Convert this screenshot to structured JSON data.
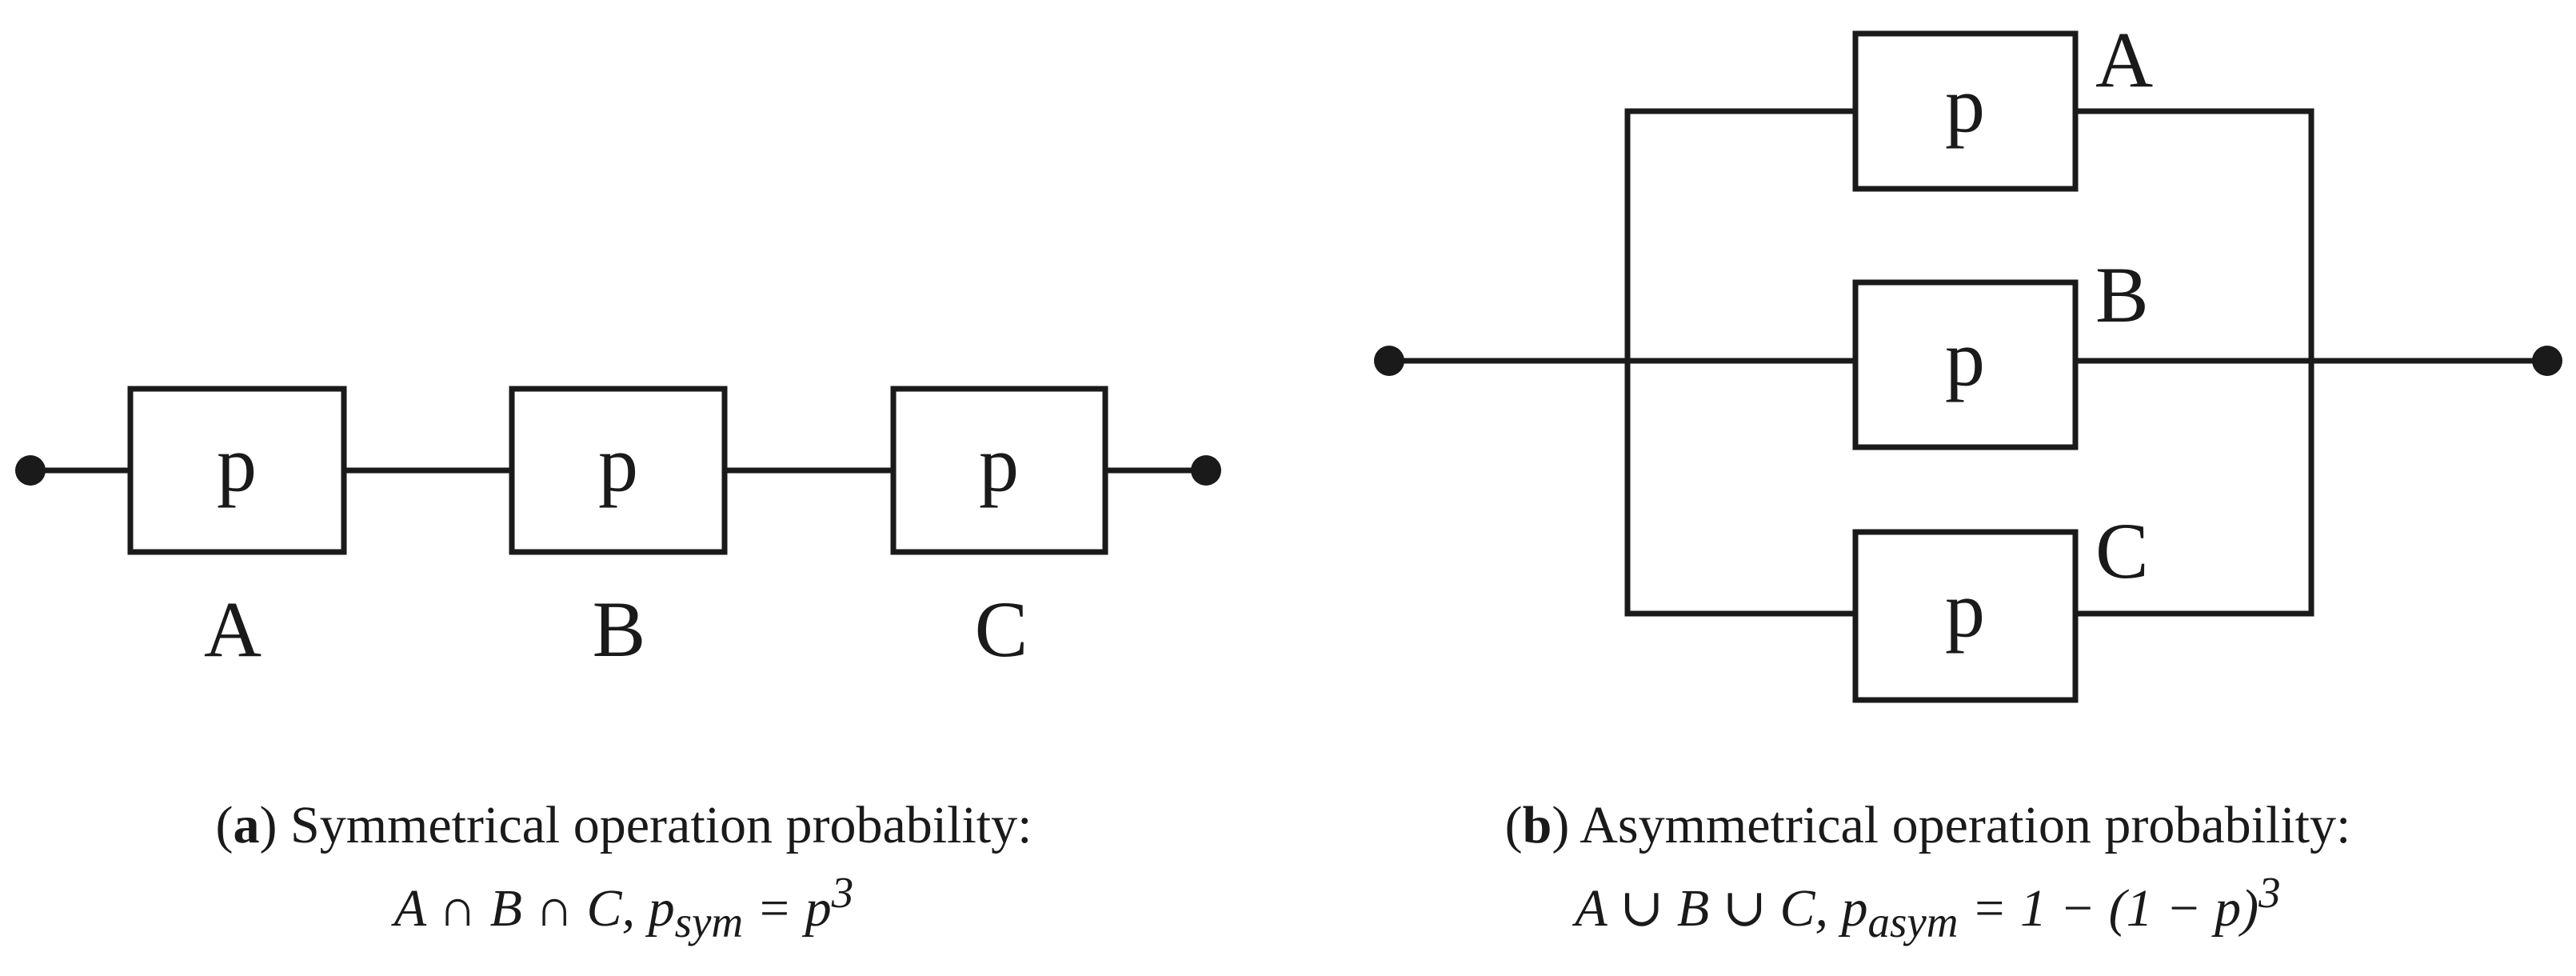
{
  "diagram_a": {
    "components": [
      {
        "id": "A",
        "box_label": "p",
        "label": "A"
      },
      {
        "id": "B",
        "box_label": "p",
        "label": "B"
      },
      {
        "id": "C",
        "box_label": "p",
        "label": "C"
      }
    ],
    "topology": "series",
    "caption": {
      "tag": "a",
      "text": "Symmetrical operation probability:",
      "formula": "A ∩ B ∩ C, p",
      "subscript": "sym",
      "formula_rest": " = p",
      "superscript": "3"
    }
  },
  "diagram_b": {
    "components": [
      {
        "id": "A",
        "box_label": "p",
        "label": "A"
      },
      {
        "id": "B",
        "box_label": "p",
        "label": "B"
      },
      {
        "id": "C",
        "box_label": "p",
        "label": "C"
      }
    ],
    "topology": "parallel",
    "caption": {
      "tag": "b",
      "text": "Asymmetrical operation probability:",
      "formula": "A ∪ B ∪ C, p",
      "subscript": "asym",
      "formula_rest": " = 1 − (1 − p)",
      "superscript": "3"
    }
  }
}
